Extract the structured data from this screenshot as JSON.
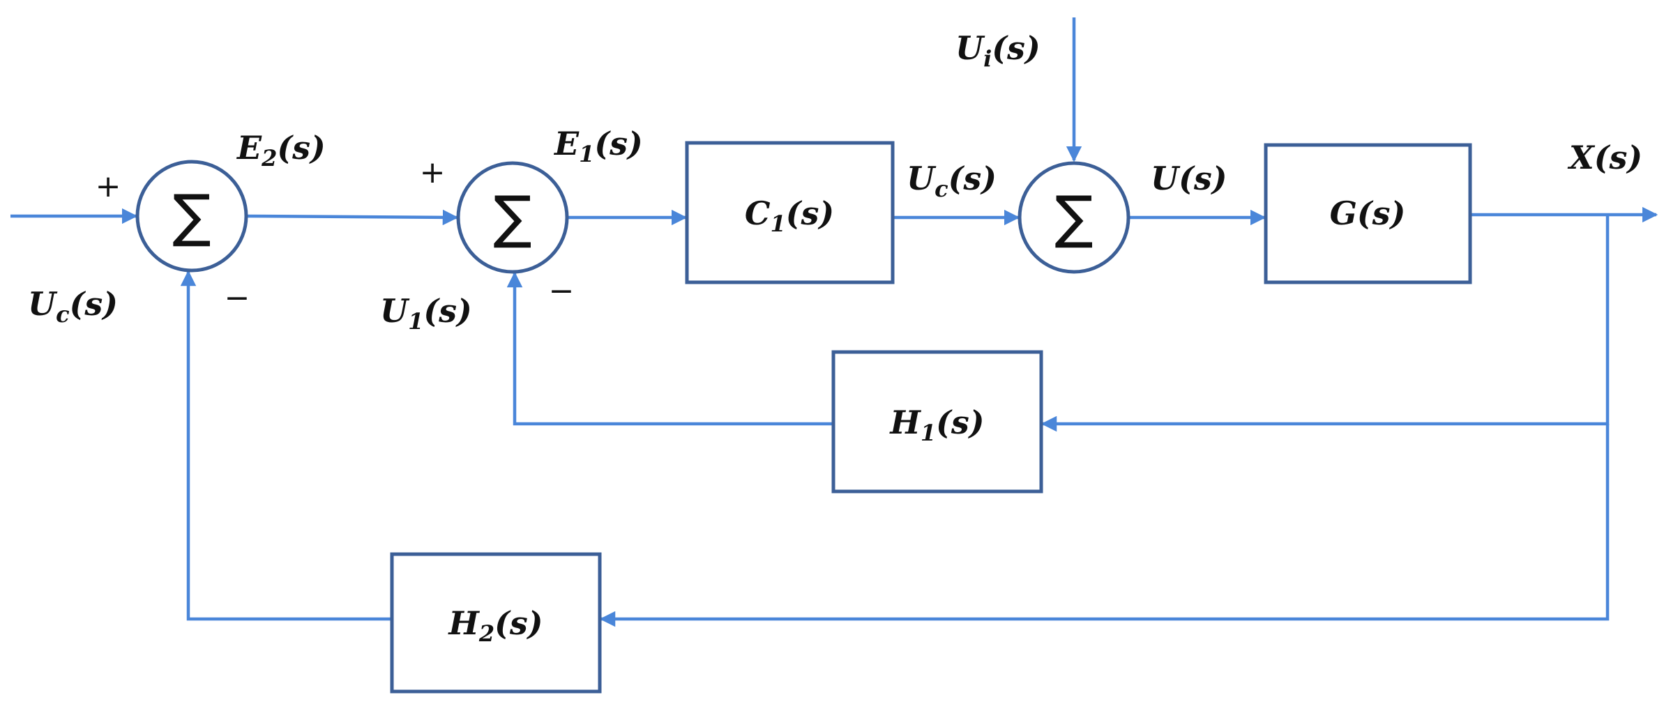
{
  "colors": {
    "wire": "#4a86d9",
    "block": "#3c5f97",
    "text": "#111111"
  },
  "summing_symbol": "∑",
  "signs": {
    "plus": "+",
    "minus": "−"
  },
  "blocks": {
    "c1": {
      "main": "C",
      "sub": "1",
      "rest": "(s)"
    },
    "g": {
      "main": "G",
      "sub": "",
      "rest": "(s)"
    },
    "h1": {
      "main": "H",
      "sub": "1",
      "rest": "(s)"
    },
    "h2": {
      "main": "H",
      "sub": "2",
      "rest": "(s)"
    }
  },
  "signals": {
    "uc_in": {
      "main": "U",
      "sub": "c",
      "rest": "(s)"
    },
    "e2": {
      "main": "E",
      "sub": "2",
      "rest": "(s)"
    },
    "u1": {
      "main": "U",
      "sub": "1",
      "rest": "(s)"
    },
    "e1": {
      "main": "E",
      "sub": "1",
      "rest": "(s)"
    },
    "uc_mid": {
      "main": "U",
      "sub": "c",
      "rest": "(s)"
    },
    "ui": {
      "main": "U",
      "sub": "i",
      "rest": "(s)"
    },
    "u": {
      "main": "U",
      "sub": "",
      "rest": "(s)"
    },
    "x": {
      "main": "X",
      "sub": "",
      "rest": "(s)"
    }
  }
}
